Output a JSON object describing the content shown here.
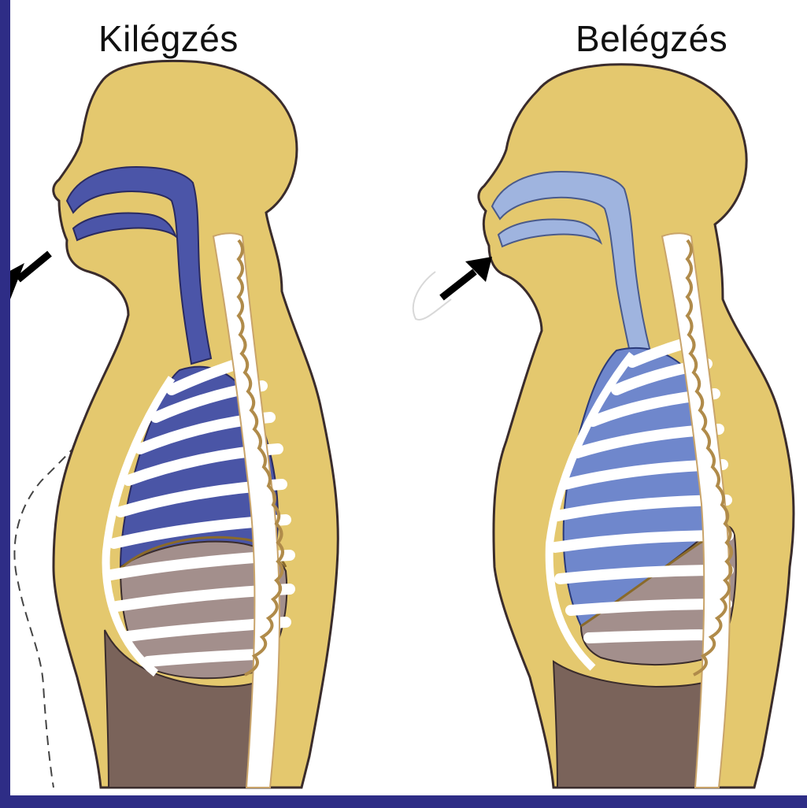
{
  "labels": {
    "exhale": "Kilégzés",
    "inhale": "Belégzés"
  },
  "colors": {
    "frame": "#2e2d86",
    "background": "#ffffff",
    "skin": "#e4c86e",
    "skin_dark": "#caa544",
    "airway_exhale": "#4b55a8",
    "lung_exhale": "#4a55a6",
    "airway_inhale": "#9fb4df",
    "lung_inhale": "#6f87cc",
    "organs": "#a38f8c",
    "abdomen": "#7a635a",
    "ribs": "#ffffff",
    "outline": "#3a2c2c",
    "arrow": "#000000"
  },
  "figures": [
    {
      "name": "exhale-figure",
      "arrow_direction": "outward"
    },
    {
      "name": "inhale-figure",
      "arrow_direction": "inward"
    }
  ]
}
